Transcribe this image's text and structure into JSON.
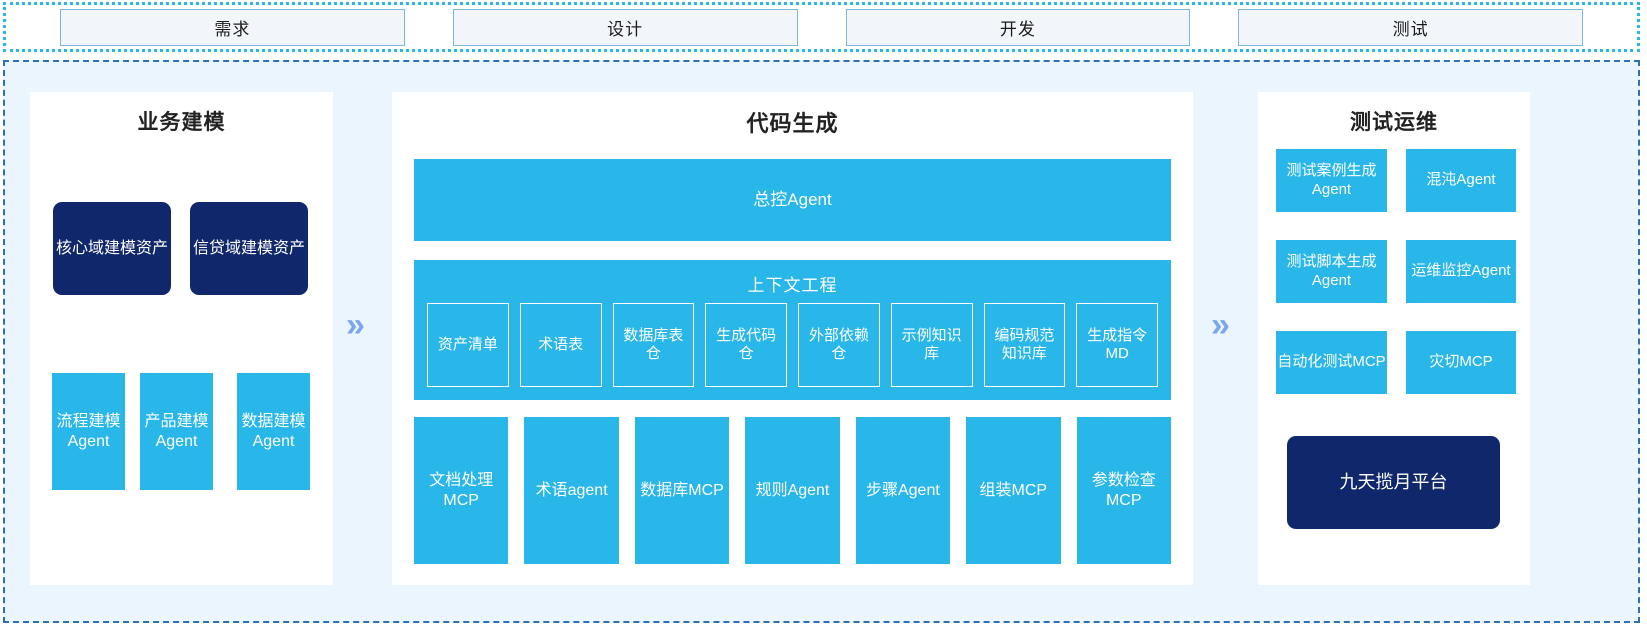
{
  "stages": [
    {
      "label": "需求"
    },
    {
      "label": "设计"
    },
    {
      "label": "开发"
    },
    {
      "label": "测试"
    }
  ],
  "arrows": {
    "left_glyph": "»",
    "right_glyph": "»"
  },
  "panels": {
    "business_modeling": {
      "title": "业务建模",
      "assets": [
        {
          "label": "核心域建模资产"
        },
        {
          "label": "信贷域建模资产"
        }
      ],
      "agents": [
        {
          "label": "流程建模Agent"
        },
        {
          "label": "产品建模Agent"
        },
        {
          "label": "数据建模Agent"
        }
      ]
    },
    "code_generation": {
      "title": "代码生成",
      "master_agent": "总控Agent",
      "context_engineering": {
        "title": "上下文工程",
        "items": [
          {
            "label": "资产清单"
          },
          {
            "label": "术语表"
          },
          {
            "label": "数据库表仓"
          },
          {
            "label": "生成代码仓"
          },
          {
            "label": "外部依赖仓"
          },
          {
            "label": "示例知识库"
          },
          {
            "label": "编码规范知识库"
          },
          {
            "label": "生成指令MD"
          }
        ]
      },
      "tools": [
        {
          "label": "文档处理MCP"
        },
        {
          "label": "术语agent"
        },
        {
          "label": "数据库MCP"
        },
        {
          "label": "规则Agent"
        },
        {
          "label": "步骤Agent"
        },
        {
          "label": "组装MCP"
        },
        {
          "label": "参数检查MCP"
        }
      ]
    },
    "test_operations": {
      "title": "测试运维",
      "nodes": [
        {
          "label": "测试案例生成Agent"
        },
        {
          "label": "混沌Agent"
        },
        {
          "label": "测试脚本生成Agent"
        },
        {
          "label": "运维监控Agent"
        },
        {
          "label": "自动化测试MCP"
        },
        {
          "label": "灾切MCP"
        }
      ],
      "platform": {
        "label": "九天揽月平台"
      }
    }
  },
  "colors": {
    "accent_blue": "#29b6e8",
    "navy": "#10286b",
    "panel_bg": "#eaf5fd",
    "chevron": "#7aa7ea",
    "stage_border": "#7ab8d9"
  }
}
